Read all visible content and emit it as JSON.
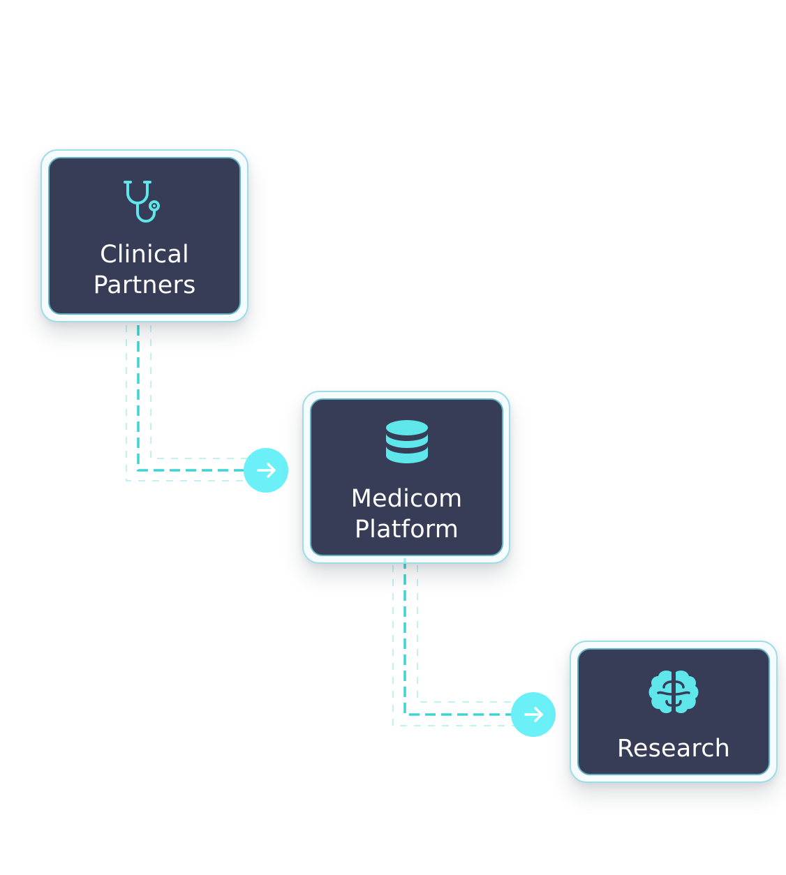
{
  "colors": {
    "card_fill": "#373c57",
    "card_border": "#5fb2c4",
    "frame_border": "#9fdde6",
    "connector": "#3fd3d3",
    "arrow_badge": "#6cf0f8",
    "label_text": "#ffffff",
    "icon": "#5ee6ea"
  },
  "nodes": [
    {
      "id": "clinical",
      "label": "Clinical\nPartners",
      "icon": "stethoscope-icon"
    },
    {
      "id": "platform",
      "label": "Medicom\nPlatform",
      "icon": "database-icon"
    },
    {
      "id": "research",
      "label": "Research",
      "icon": "brain-icon"
    }
  ],
  "connectors": [
    {
      "from": "clinical",
      "to": "platform",
      "style": "dashed",
      "icon": "arrow-right-icon"
    },
    {
      "from": "platform",
      "to": "research",
      "style": "dashed",
      "icon": "arrow-right-icon"
    }
  ]
}
